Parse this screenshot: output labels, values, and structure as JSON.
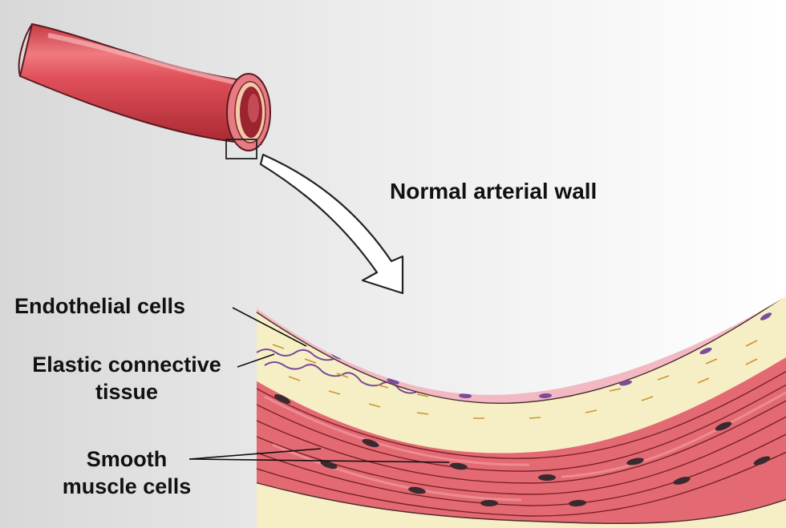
{
  "title": "Normal arterial wall",
  "labels": {
    "endothelial": "Endothelial cells",
    "elastic_line1": "Elastic connective",
    "elastic_line2": "tissue",
    "smooth_line1": "Smooth",
    "smooth_line2": "muscle cells"
  },
  "colors": {
    "vessel": "#e0505a",
    "vessel_dark": "#b8303a",
    "endothelium": "#f2b9c3",
    "elastic_layer": "#f6efc6",
    "elastic_fiber": "#7a4c9a",
    "muscle": "#e36a72",
    "nucleus": "#3a2a30",
    "background": "#ebebeb"
  }
}
